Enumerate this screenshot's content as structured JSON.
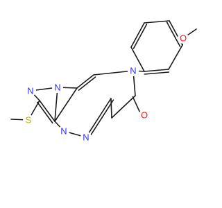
{
  "molecule": {
    "atom_colors": {
      "N": "#3333ff",
      "O": "#ff1a1a",
      "S": "#b3b300",
      "C": "#1a1a1a"
    },
    "labels": [
      {
        "id": "n-triazole-top",
        "text": "N",
        "element": "N"
      },
      {
        "id": "n-triazole-bridge",
        "text": "N",
        "element": "N"
      },
      {
        "id": "n-triazole-bottom",
        "text": "N",
        "element": "N"
      },
      {
        "id": "n-pyrimidine",
        "text": "N",
        "element": "N"
      },
      {
        "id": "n-pyridinone",
        "text": "N",
        "element": "N"
      },
      {
        "id": "s-thioether",
        "text": "S",
        "element": "S"
      },
      {
        "id": "o-carbonyl",
        "text": "O",
        "element": "O"
      },
      {
        "id": "o-methoxy",
        "text": "O",
        "element": "O"
      }
    ]
  }
}
